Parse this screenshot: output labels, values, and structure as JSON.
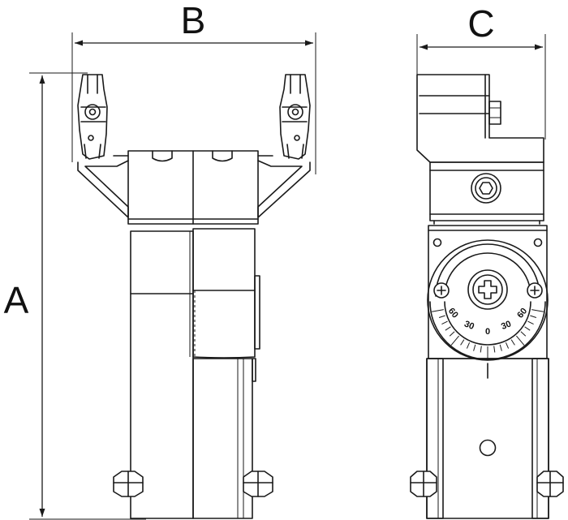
{
  "dimensions": {
    "a": "A",
    "b": "B",
    "c": "C"
  },
  "dial": {
    "labels": [
      "60",
      "30",
      "0",
      "30",
      "60"
    ]
  },
  "colors": {
    "line": "#1a1a1a",
    "background": "#ffffff"
  }
}
